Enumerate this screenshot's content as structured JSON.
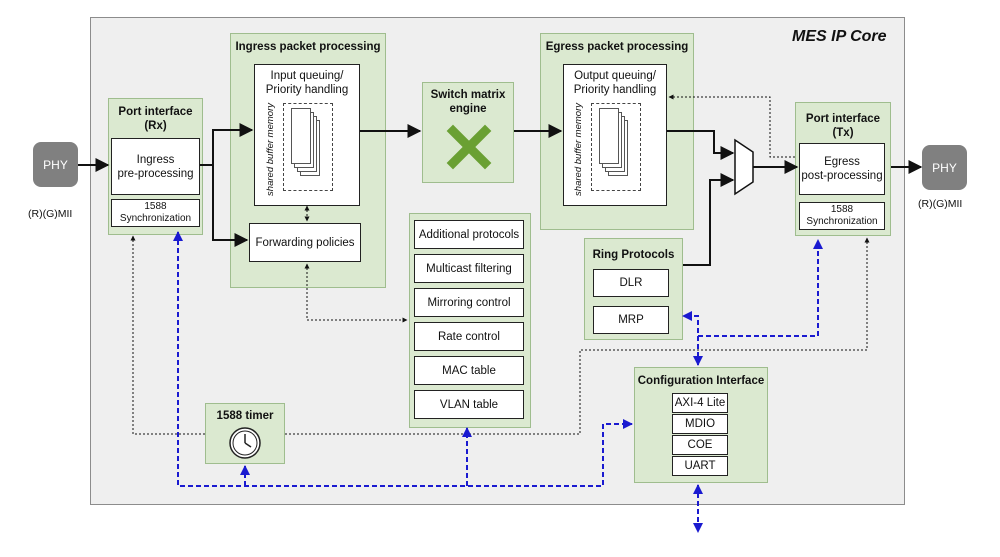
{
  "core": {
    "title": "MES IP Core"
  },
  "phy_left": {
    "label": "PHY",
    "interface": "(R)(G)MII"
  },
  "phy_right": {
    "label": "PHY",
    "interface": "(R)(G)MII"
  },
  "port_rx": {
    "title": "Port interface\n(Rx)",
    "preprocessing": "Ingress\npre-processing",
    "sync": "1588\nSynchronization"
  },
  "ingress": {
    "title": "Ingress packet processing",
    "queuing": "Input queuing/\nPriority handling",
    "buffer": "shared buffer memory",
    "forwarding": "Forwarding policies"
  },
  "switch": {
    "title": "Switch matrix\nengine"
  },
  "egress": {
    "title": "Egress packet processing",
    "queuing": "Output queuing/\nPriority handling",
    "buffer": "shared buffer memory"
  },
  "port_tx": {
    "title": "Port interface\n(Tx)",
    "postprocessing": "Egress\npost-processing",
    "sync": "1588\nSynchronization"
  },
  "functions": [
    "Additional protocols",
    "Multicast filtering",
    "Mirroring control",
    "Rate control",
    "MAC table",
    "VLAN table"
  ],
  "ring": {
    "title": "Ring Protocols",
    "items": [
      "DLR",
      "MRP"
    ]
  },
  "config": {
    "title": "Configuration Interface",
    "items": [
      "AXI-4 Lite",
      "MDIO",
      "COE",
      "UART"
    ]
  },
  "timer": {
    "title": "1588 timer",
    "icon": "clock-icon"
  },
  "colors": {
    "green_fill": "#dbe9d0",
    "green_border": "#9fbd8e",
    "core_fill": "#efefef",
    "phy_fill": "#808080",
    "config_bus": "#1a1ad0",
    "switch_x": "#6aa033"
  }
}
